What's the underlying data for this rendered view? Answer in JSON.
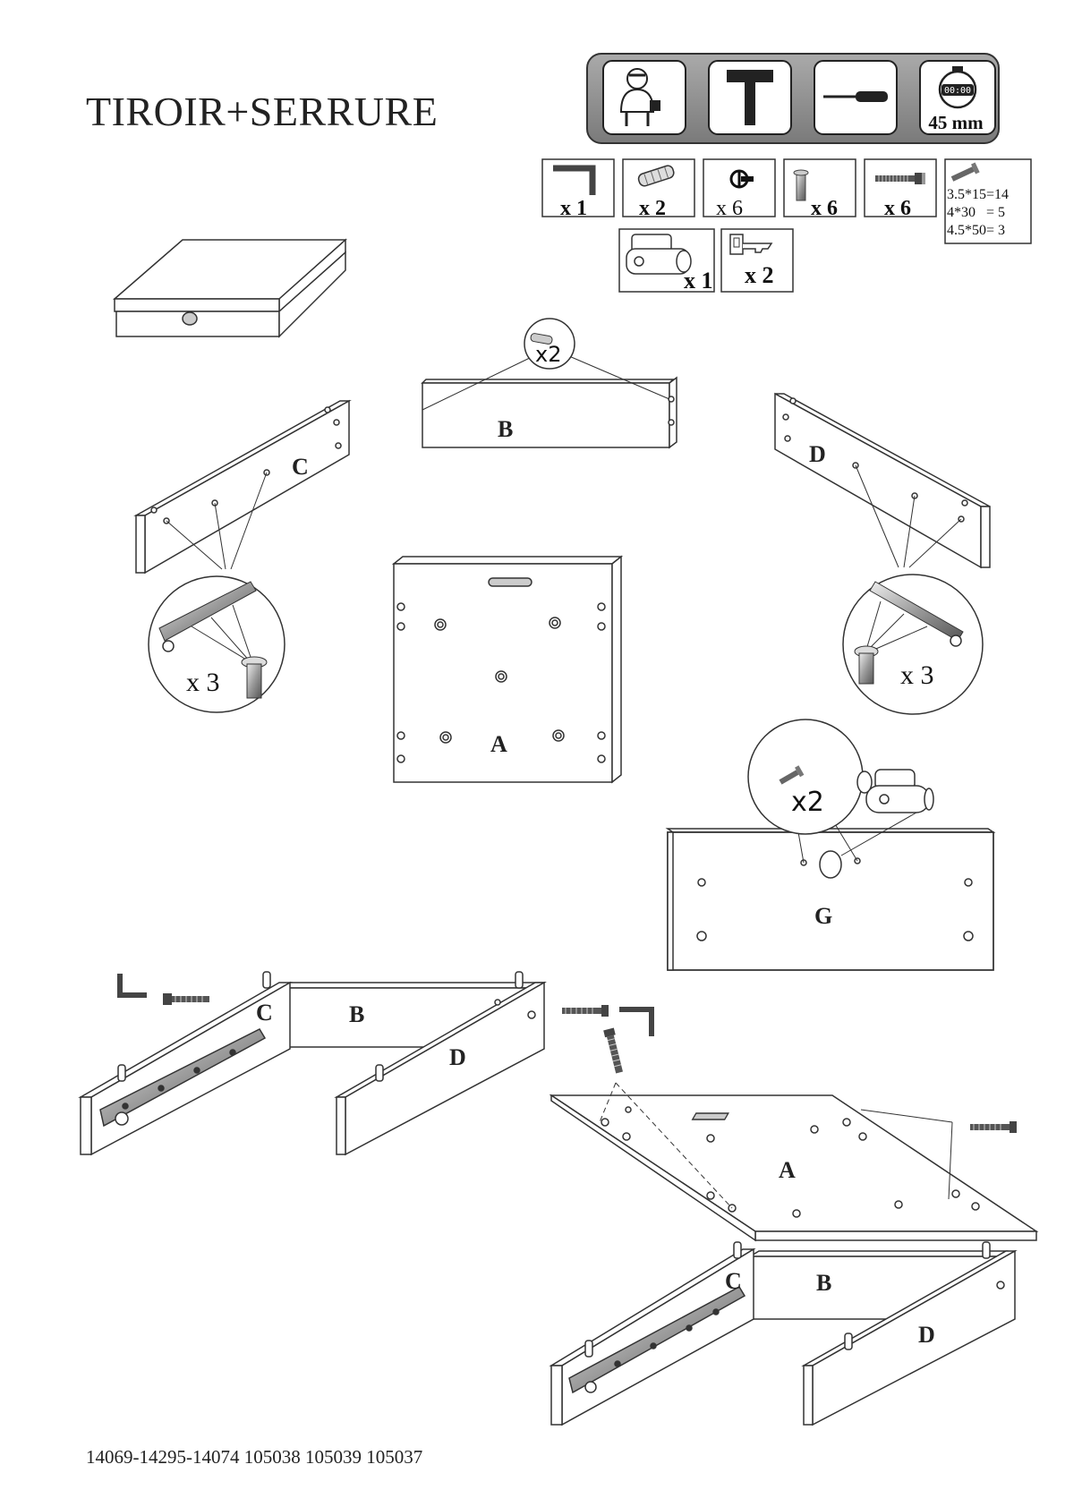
{
  "title": "TIROIR+SERRURE",
  "document_code": "14069-14295-14074 105038 105039 105037",
  "tools": {
    "persons_icon": "two-person-icon",
    "hammer_icon": "hammer-icon",
    "screwdriver_icon": "screwdriver-icon",
    "timer_icon": "timer-icon",
    "timer_display": "00:00",
    "time_label": "45 mm"
  },
  "hardware": [
    {
      "icon": "allen-key-icon",
      "qty": "x 1"
    },
    {
      "icon": "wooden-dowel-icon",
      "qty": "x 2"
    },
    {
      "icon": "cam-lock-icon",
      "qty": "x 6"
    },
    {
      "icon": "euro-screw-icon",
      "qty": "x 6"
    },
    {
      "icon": "confirmat-screw-icon",
      "qty": "x 6"
    },
    {
      "icon": "wood-screw-icon",
      "specs": [
        "3.5*15=14",
        "4*30   = 5",
        "4.5*50= 3"
      ]
    },
    {
      "icon": "drawer-lock-icon",
      "qty": "x 1"
    },
    {
      "icon": "key-icon",
      "qty": "x 2"
    }
  ],
  "panels": {
    "A": "A",
    "B": "B",
    "C": "C",
    "D": "D",
    "G": "G"
  },
  "callouts": {
    "dowel_qty": "x2",
    "screw_qty": "x2",
    "runner_left_qty": "x 3",
    "runner_right_qty": "x 3"
  }
}
